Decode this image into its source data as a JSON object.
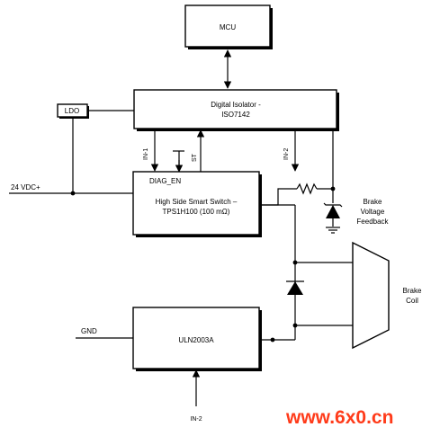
{
  "blocks": {
    "mcu": "MCU",
    "isolator_line1": "Digital Isolator -",
    "isolator_line2": "ISO7142",
    "ldo": "LDO",
    "switch_line1": "High Side Smart Switch –",
    "switch_line2": "TPS1H100 (100 mΩ)",
    "driver": "ULN2003A",
    "brake_coil_line1": "Brake",
    "brake_coil_line2": "Coil"
  },
  "signals": {
    "supply": "24 VDC+",
    "gnd": "GND",
    "in1": "IN-1",
    "st": "ST",
    "in2_top": "IN-2",
    "in2_bottom": "IN-2",
    "diag_en": "DIAG_EN"
  },
  "feedback": {
    "line1": "Brake",
    "line2": "Voltage",
    "line3": "Feedback"
  },
  "watermark": "www.6x0.cn",
  "colors": {
    "line": "#000000",
    "watermark": "#ff3b1a"
  }
}
